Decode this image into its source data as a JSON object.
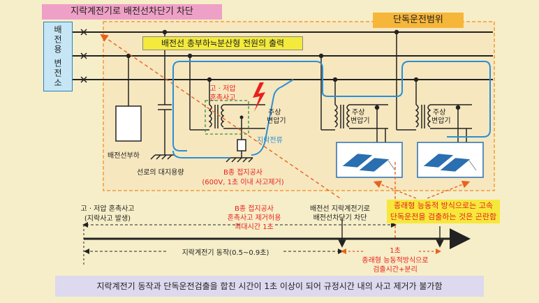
{
  "header": {
    "left_title": "지락계전기로 배전선차단기 차단",
    "right_title": "단독운전범위"
  },
  "substation_label": "배전용 변전소",
  "output_label": "배전선 총부하≒분산형 전원의 출력",
  "labels": {
    "fault_line1": "고 · 저압",
    "fault_line2": "혼촉사고",
    "transformer1_line1": "주상",
    "transformer1_line2": "변압기",
    "transformer2_line1": "주상",
    "transformer2_line2": "변압기",
    "transformer3_line1": "주상",
    "transformer3_line2": "변압기",
    "ground_fault_current": "지락전류",
    "distribution_load": "배전선부하",
    "line_capacitance": "선로의 대지용량",
    "b_ground_line1": "B종 접지공사",
    "b_ground_line2": "(600V, 1초 이내 사고제거)"
  },
  "timeline": {
    "event_line1": "고 · 저압 혼촉사고",
    "event_line2": "(지락사고 발생)",
    "b_limit_line1": "B종 접지공사",
    "b_limit_line2": "혼촉사고 제거허용",
    "b_limit_line3": "최대시간 1초",
    "breaker_line1": "배전선 지락계전기로",
    "breaker_line2": "배전선차단기 차단",
    "relay_time": "지락계전기 동작(0.5~0.9초)",
    "one_second": "1초",
    "detect_line1": "종래형 능동적방식으로",
    "detect_line2": "검출시간+분리"
  },
  "note": {
    "line1": "종래형 능동적 방식으로는 고속",
    "line2": "단독운전을 검출하는 것은 곤란함"
  },
  "footer": "지락계전기 동작과 단독운전검출을 합친 시간이 1초 이상이 되어 규정시간 내의 사고 제거가 불가함",
  "colors": {
    "background": "#f6eec8",
    "pink": "#efa0c6",
    "orange": "#f6b63a",
    "yellow": "#f3ea3b",
    "blue": "#2a8fd6",
    "red": "#e8211e",
    "green": "#3a8f3a"
  }
}
